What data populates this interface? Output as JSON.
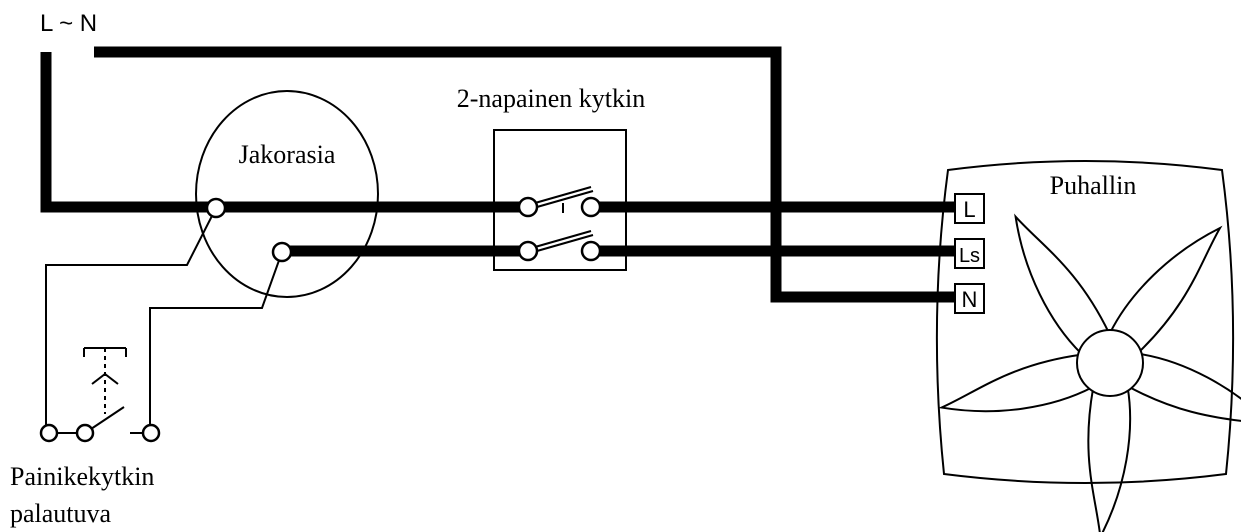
{
  "supply_label": "L ~ N",
  "junction_box_label": "Jakorasia",
  "switch_label": "2-napainen kytkin",
  "fan_label": "Puhallin",
  "fan_terminals": [
    "L",
    "Ls",
    "N"
  ],
  "pushbutton_label_line1": "Painikekytkin",
  "pushbutton_label_line2": "palautuva"
}
